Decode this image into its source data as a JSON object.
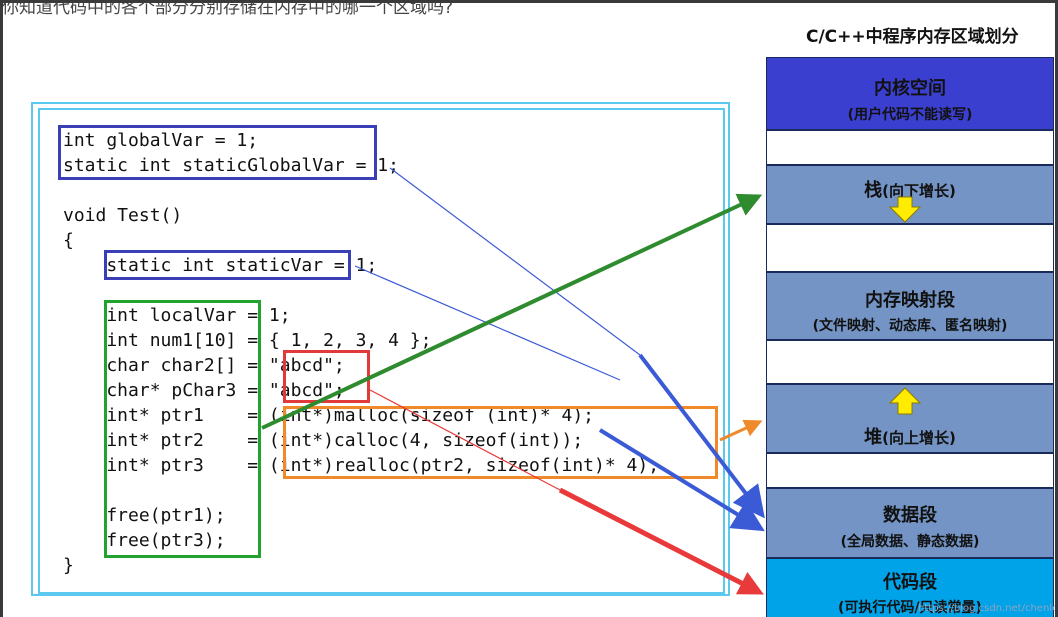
{
  "question": "你知道代码中的各个部分分别存储在内存中的哪一个区域吗?",
  "memory_title": "C/C++中程序内存区域划分",
  "segments": {
    "kernel": {
      "name": "内核空间",
      "desc": "(用户代码不能读写)"
    },
    "stack": {
      "name": "栈",
      "desc": "(向下增长)"
    },
    "mmap": {
      "name": "内存映射段",
      "desc": "(文件映射、动态库、匿名映射)"
    },
    "heap": {
      "name": "堆",
      "desc": "(向上增长)"
    },
    "data": {
      "name": "数据段",
      "desc": "(全局数据、静态数据)"
    },
    "text": {
      "name": "代码段",
      "desc": "(可执行代码/只读常量)"
    }
  },
  "code": [
    "int globalVar = 1;",
    "static int staticGlobalVar = 1;",
    "",
    "void Test()",
    "{",
    "    static int staticVar = 1;",
    "",
    "    int localVar = 1;",
    "    int num1[10] = { 1, 2, 3, 4 };",
    "    char char2[] = \"abcd\";",
    "    char* pChar3 = \"abcd\";",
    "    int* ptr1    = (int*)malloc(sizeof (int)* 4);",
    "    int* ptr2    = (int*)calloc(4, sizeof(int));",
    "    int* ptr3    = (int*)realloc(ptr2, sizeof(int)* 4);",
    "",
    "    free(ptr1);",
    "    free(ptr3);",
    "}"
  ],
  "watermark": "https://blog.csdn.net/chenlong",
  "colors": {
    "blue_box": "#3b3fb5",
    "green_box": "#22a22e",
    "red_box": "#e03a3a",
    "orange_box": "#f0892a",
    "frame": "#5bc8f0",
    "kernel_bg": "#3b3fcf",
    "segment_bg": "#7394c4",
    "text_bg": "#00a2e8",
    "yellow_arrow": "#ffec00"
  }
}
